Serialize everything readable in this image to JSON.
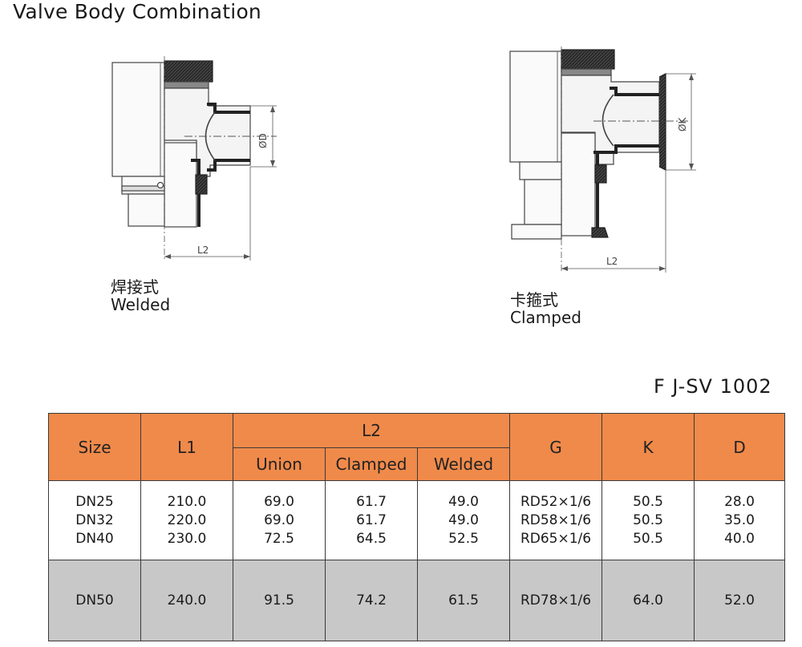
{
  "title": "Valve Body Combination",
  "model": "F J-SV 1002",
  "diagrams": [
    {
      "caption_cn": "焊接式",
      "caption_en": "Welded",
      "dim_width": "L2",
      "dim_height": "ØD"
    },
    {
      "caption_cn": "卡箍式",
      "caption_en": "Clamped",
      "dim_width": "L2",
      "dim_height": "ØK"
    }
  ],
  "table": {
    "headers": {
      "size": "Size",
      "l1": "L1",
      "l2": "L2",
      "union": "Union",
      "clamped": "Clamped",
      "welded": "Welded",
      "g": "G",
      "k": "K",
      "d": "D"
    },
    "group1": {
      "size": [
        "DN25",
        "DN32",
        "DN40"
      ],
      "l1": [
        "210.0",
        "220.0",
        "230.0"
      ],
      "union": [
        "69.0",
        "69.0",
        "72.5"
      ],
      "clamped": [
        "61.7",
        "61.7",
        "64.5"
      ],
      "welded": [
        "49.0",
        "49.0",
        "52.5"
      ],
      "g": [
        "RD52×1/6",
        "RD58×1/6",
        "RD65×1/6"
      ],
      "k": [
        "50.5",
        "50.5",
        "50.5"
      ],
      "d": [
        "28.0",
        "35.0",
        "40.0"
      ]
    },
    "group2": {
      "size": "DN50",
      "l1": "240.0",
      "union": "91.5",
      "clamped": "74.2",
      "welded": "61.5",
      "g": "RD78×1/6",
      "k": "64.0",
      "d": "52.0"
    }
  },
  "colors": {
    "header_bg": "#f08a4a",
    "gray_row_bg": "#c8c8c8",
    "dark_part": "#2a2a2a"
  }
}
